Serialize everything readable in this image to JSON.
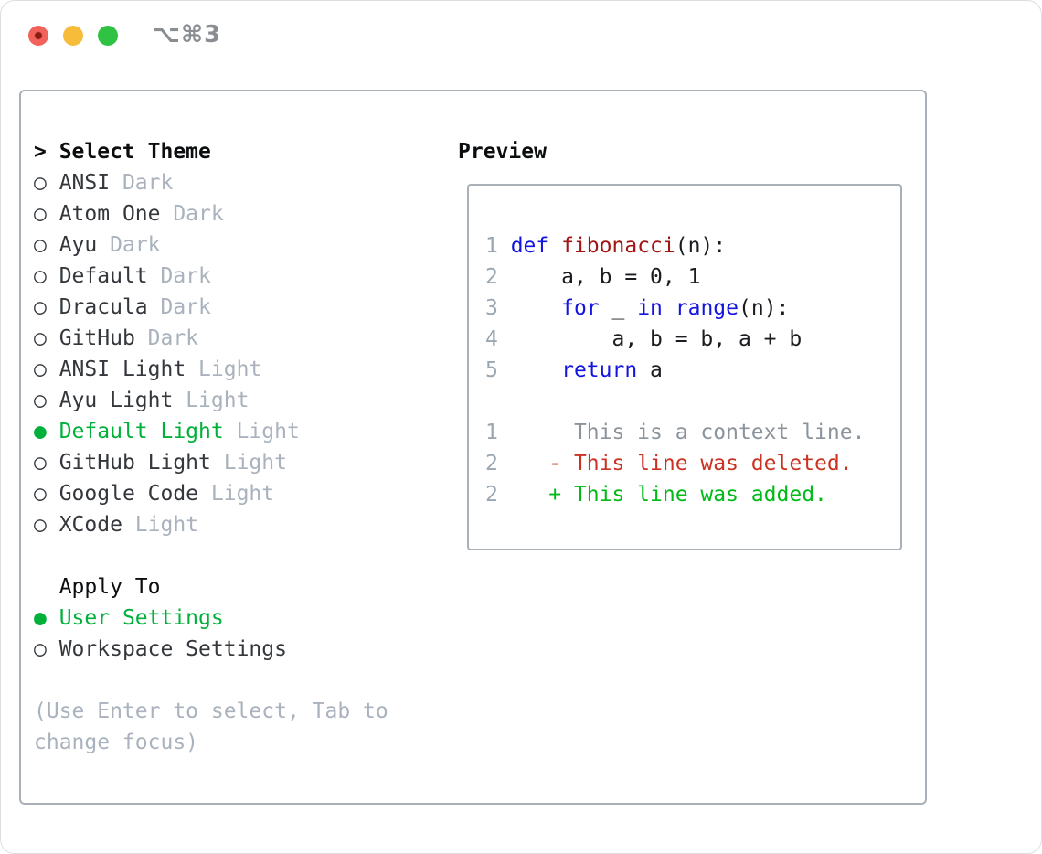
{
  "palette": {
    "traffic_red": "#f2615a",
    "traffic_red_dot": "#8c1d15",
    "traffic_yellow": "#f7bd3a",
    "traffic_green": "#30c343",
    "titlebar_text": "#8a8e92",
    "border": "#a9b0b7",
    "header_text": "#0b0d0f",
    "item_text": "#34383d",
    "muted": "#a9b2bd",
    "selected_green": "#00b03a",
    "line_number": "#9aa6b2",
    "code_text": "#1a1c1f",
    "keyword": "#1414e0",
    "function_name": "#a31515",
    "context": "#8b949c",
    "deleted": "#cb3221",
    "added": "#00bb17"
  },
  "icons": {
    "radio_selected": "●",
    "radio_unselected": "○"
  },
  "window": {
    "title": "⌥⌘3"
  },
  "theme_picker": {
    "header_line": "> Select Theme",
    "options": [
      {
        "label": "ANSI",
        "variant": "Dark",
        "selected": false
      },
      {
        "label": "Atom One",
        "variant": "Dark",
        "selected": false
      },
      {
        "label": "Ayu",
        "variant": "Dark",
        "selected": false
      },
      {
        "label": "Default",
        "variant": "Dark",
        "selected": false
      },
      {
        "label": "Dracula",
        "variant": "Dark",
        "selected": false
      },
      {
        "label": "GitHub",
        "variant": "Dark",
        "selected": false
      },
      {
        "label": "ANSI Light",
        "variant": "Light",
        "selected": false
      },
      {
        "label": "Ayu Light",
        "variant": "Light",
        "selected": false
      },
      {
        "label": "Default Light",
        "variant": "Light",
        "selected": true
      },
      {
        "label": "GitHub Light",
        "variant": "Light",
        "selected": false
      },
      {
        "label": "Google Code",
        "variant": "Light",
        "selected": false
      },
      {
        "label": "XCode",
        "variant": "Light",
        "selected": false
      }
    ],
    "apply_to": {
      "header_line": "  Apply To",
      "options": [
        {
          "label": "User Settings",
          "selected": true
        },
        {
          "label": "Workspace Settings",
          "selected": false
        }
      ]
    },
    "help_lines": [
      "(Use Enter to select, Tab to",
      "change focus)"
    ]
  },
  "preview": {
    "header": "Preview",
    "lines": [
      {
        "name": "code-line-1",
        "segments": [
          {
            "t": "1 ",
            "s": "num"
          },
          {
            "t": "def",
            "s": "kw"
          },
          {
            "t": " ",
            "s": "code"
          },
          {
            "t": "fibonacci",
            "s": "fn"
          },
          {
            "t": "(n):",
            "s": "code"
          }
        ]
      },
      {
        "name": "code-line-2",
        "segments": [
          {
            "t": "2 ",
            "s": "num"
          },
          {
            "t": "    a, b = 0, 1",
            "s": "code"
          }
        ]
      },
      {
        "name": "code-line-3",
        "segments": [
          {
            "t": "3 ",
            "s": "num"
          },
          {
            "t": "    ",
            "s": "code"
          },
          {
            "t": "for",
            "s": "kw"
          },
          {
            "t": " _ ",
            "s": "code"
          },
          {
            "t": "in",
            "s": "kw"
          },
          {
            "t": " ",
            "s": "code"
          },
          {
            "t": "range",
            "s": "kw"
          },
          {
            "t": "(n):",
            "s": "code"
          }
        ]
      },
      {
        "name": "code-line-4",
        "segments": [
          {
            "t": "4 ",
            "s": "num"
          },
          {
            "t": "        a, b = b, a + b",
            "s": "code"
          }
        ]
      },
      {
        "name": "code-line-5",
        "segments": [
          {
            "t": "5 ",
            "s": "num"
          },
          {
            "t": "    ",
            "s": "code"
          },
          {
            "t": "return",
            "s": "kw"
          },
          {
            "t": " a",
            "s": "code"
          }
        ]
      },
      {
        "name": "preview-blank-line",
        "segments": []
      },
      {
        "name": "diff-context-line",
        "segments": [
          {
            "t": "1 ",
            "s": "num"
          },
          {
            "t": "     This is a context line.",
            "s": "ctx"
          }
        ]
      },
      {
        "name": "diff-deleted-line",
        "segments": [
          {
            "t": "2 ",
            "s": "num"
          },
          {
            "t": "   - This line was deleted.",
            "s": "del"
          }
        ]
      },
      {
        "name": "diff-added-line",
        "segments": [
          {
            "t": "2 ",
            "s": "num"
          },
          {
            "t": "   + This line was added.",
            "s": "add"
          }
        ]
      }
    ]
  }
}
